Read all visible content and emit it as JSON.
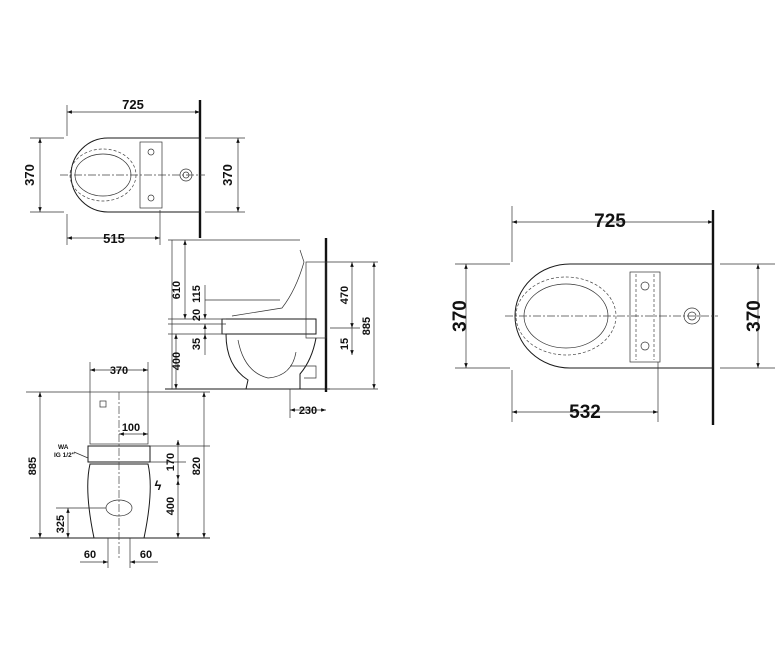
{
  "top_view_small": {
    "width": "725",
    "depth_left": "370",
    "depth_right": "370",
    "seat_length": "515"
  },
  "side_view": {
    "h_610": "610",
    "h_115": "115",
    "h_20": "20",
    "h_35": "35",
    "h_400": "400",
    "h_470": "470",
    "h_885": "885",
    "h_15": "15",
    "w_230": "230"
  },
  "front_view": {
    "w_370": "370",
    "w_100": "100",
    "label_wa": "WA",
    "label_thread": "IG 1/2\"",
    "h_885": "885",
    "h_325": "325",
    "h_170": "170",
    "h_400": "400",
    "h_820": "820",
    "w_60_left": "60",
    "w_60_right": "60"
  },
  "top_view_large": {
    "width": "725",
    "depth_left": "370",
    "depth_right": "370",
    "seat_length": "532"
  }
}
